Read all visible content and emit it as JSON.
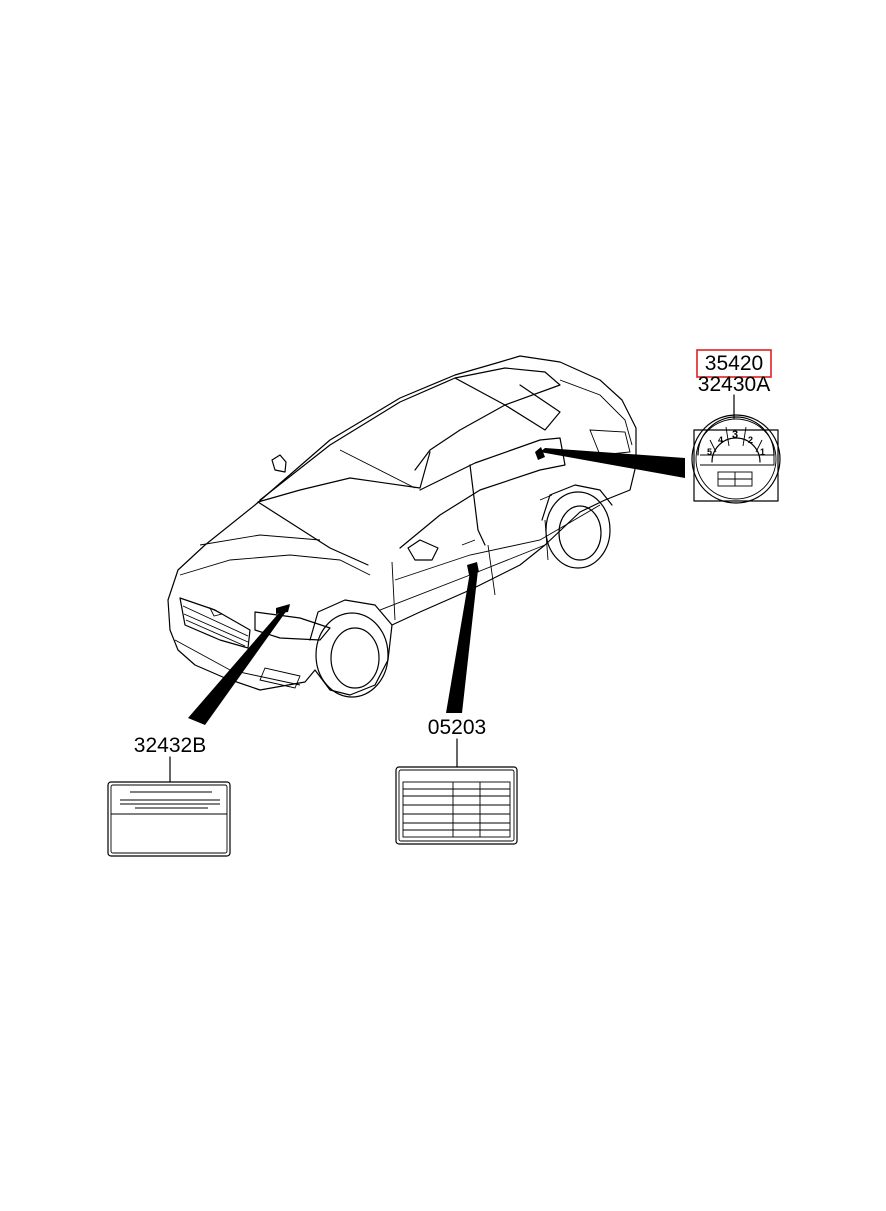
{
  "labels": {
    "fuel_label_part": "35420",
    "fuel_label_alt": "32430A",
    "emission_label": "32432B",
    "tire_label": "05203"
  },
  "highlight_color": "#e02020",
  "line_color": "#000000",
  "background": "#ffffff",
  "dial_numbers": [
    "5",
    "4",
    "3",
    "2",
    "1"
  ]
}
